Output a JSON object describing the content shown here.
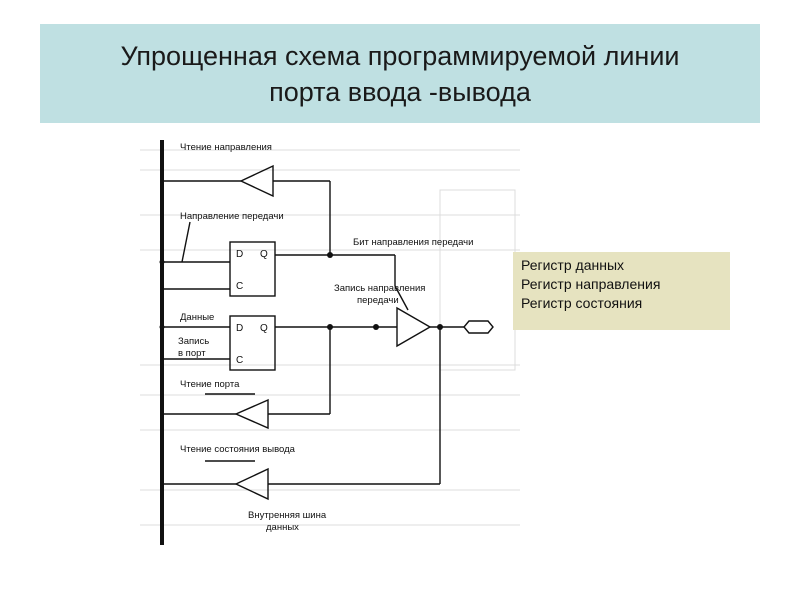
{
  "slide": {
    "title_line1": "Упрощенная схема программируемой линии",
    "title_line2": "порта ввода -вывода"
  },
  "legend": {
    "items": [
      "Регистр данных",
      "Регистр направления",
      "Регистр состояния"
    ]
  },
  "diagram": {
    "labels": {
      "read_direction": "Чтение направления",
      "transfer_direction": "Направление передачи",
      "direction_bit": "Бит направления передачи",
      "write_direction_1": "Запись направления",
      "write_direction_2": "передачи",
      "data": "Данные",
      "write_port_1": "Запись",
      "write_port_2": "в порт",
      "read_port": "Чтение порта",
      "read_pin_state": "Чтение состояния вывода",
      "internal_bus_1": "Внутренняя шина",
      "internal_bus_2": "данных"
    },
    "flipflop": {
      "d": "D",
      "q": "Q",
      "c": "C"
    }
  }
}
